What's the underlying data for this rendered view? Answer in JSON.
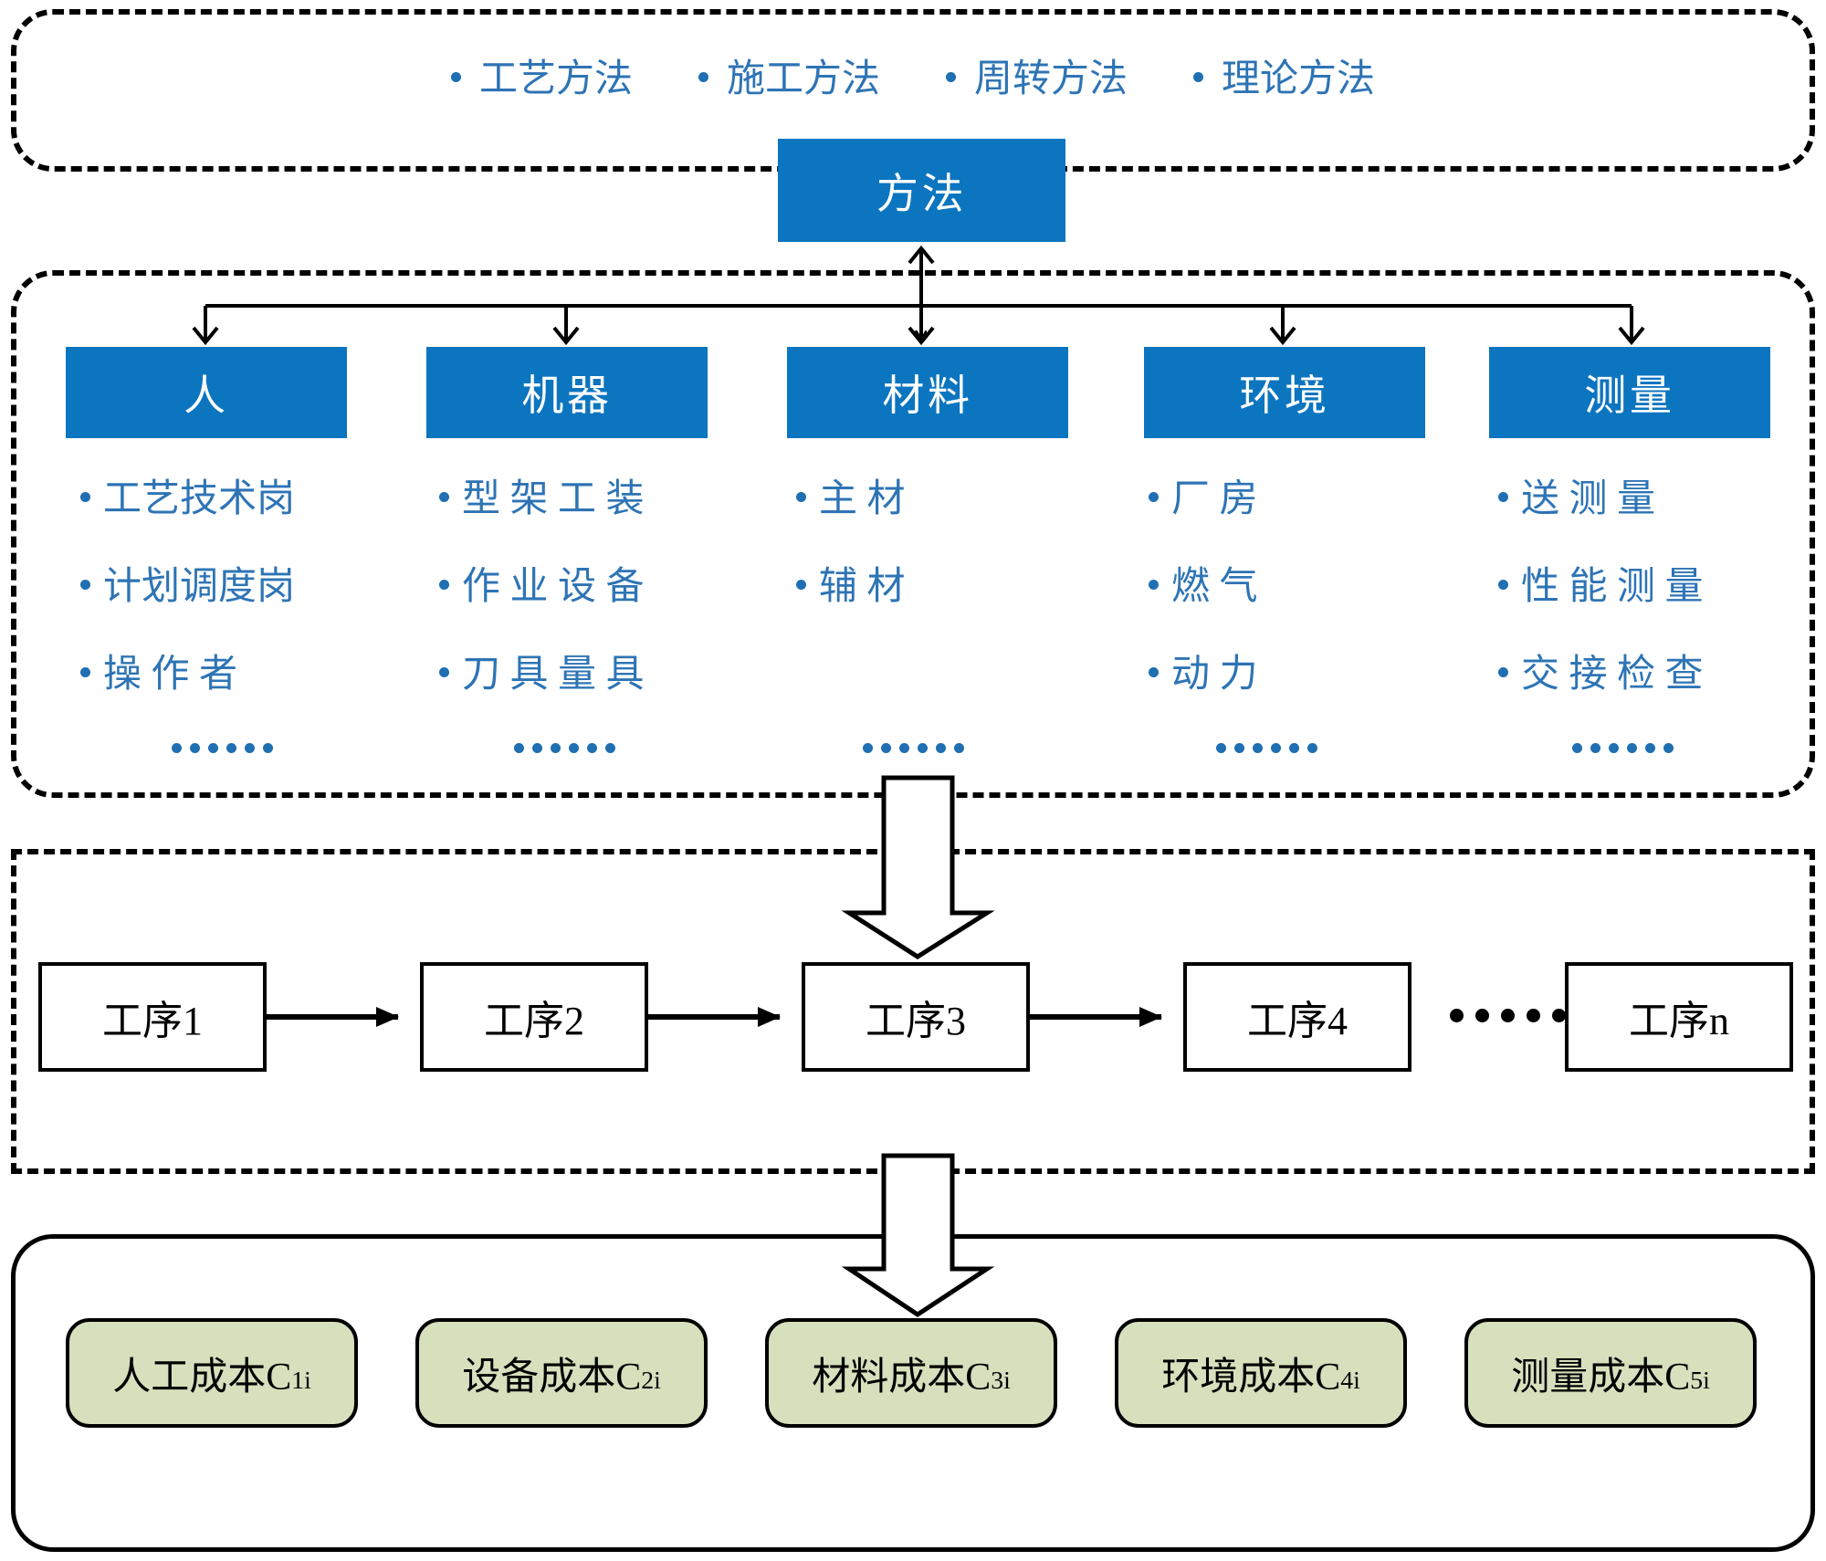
{
  "diagram": {
    "title_implicit": "",
    "colors": {
      "blue_box": "#0C75C0",
      "bullet_text": "#2E74B5",
      "cost_box_fill": "#D6E0BD",
      "outline": "#000000"
    },
    "method_section": {
      "bullets": [
        "工艺方法",
        "施工方法",
        "周转方法",
        "理论方法"
      ],
      "box_label": "方法"
    },
    "factor_section": {
      "columns": [
        {
          "header": "人",
          "items": [
            "工艺技术岗",
            "计划调度岗",
            "操 作 者"
          ],
          "ellipsis": "……"
        },
        {
          "header": "机器",
          "items": [
            "型 架 工 装",
            "作 业 设 备",
            "刀 具 量 具"
          ],
          "ellipsis": "……"
        },
        {
          "header": "材料",
          "items": [
            "主    材",
            "辅    材"
          ],
          "ellipsis": "……"
        },
        {
          "header": "环境",
          "items": [
            "厂    房",
            "燃    气",
            "动    力"
          ],
          "ellipsis": "……"
        },
        {
          "header": "测量",
          "items": [
            "送 测 量",
            "性 能 测 量",
            "交 接 检 查"
          ],
          "ellipsis": "……"
        }
      ]
    },
    "process_section": {
      "steps": [
        "工序1",
        "工序2",
        "工序3",
        "工序4",
        "工序n"
      ],
      "ellipsis": "……"
    },
    "cost_section": {
      "items": [
        {
          "label": "人工成本C",
          "sub": "1i"
        },
        {
          "label": "设备成本C",
          "sub": "2i"
        },
        {
          "label": "材料成本C",
          "sub": "3i"
        },
        {
          "label": "环境成本C",
          "sub": "4i"
        },
        {
          "label": "测量成本C",
          "sub": "5i"
        }
      ]
    }
  }
}
